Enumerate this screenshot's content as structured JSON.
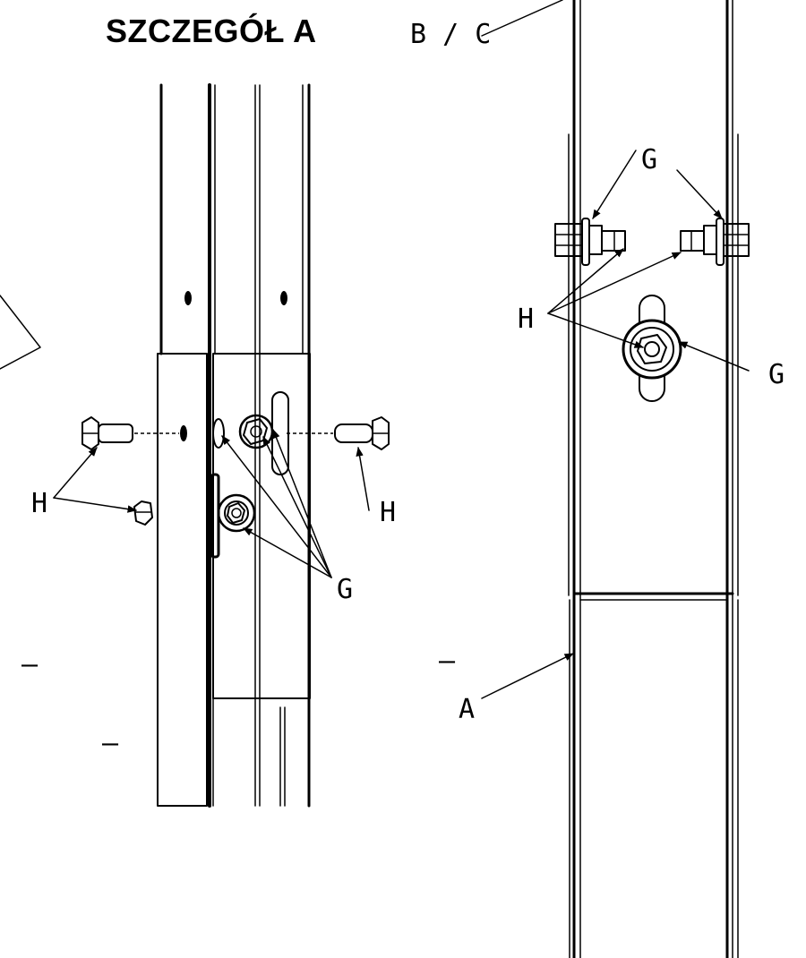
{
  "detail_title": "SZCZEGÓŁ A",
  "labels": {
    "left_h_1": "H",
    "left_h_2": "H",
    "left_g": "G",
    "right_bc": "B / C",
    "right_g_top": "G",
    "right_h": "H",
    "right_g_side": "G",
    "right_a": "A",
    "dash_left": "–",
    "dash_left_low": "—",
    "dash_right": "–"
  },
  "colors": {
    "line": "#000000",
    "background": "#ffffff"
  },
  "icons": [
    "hex-bolt-icon",
    "hex-nut-icon",
    "wing-nut-icon",
    "washer-icon",
    "leader-arrow-icon"
  ]
}
